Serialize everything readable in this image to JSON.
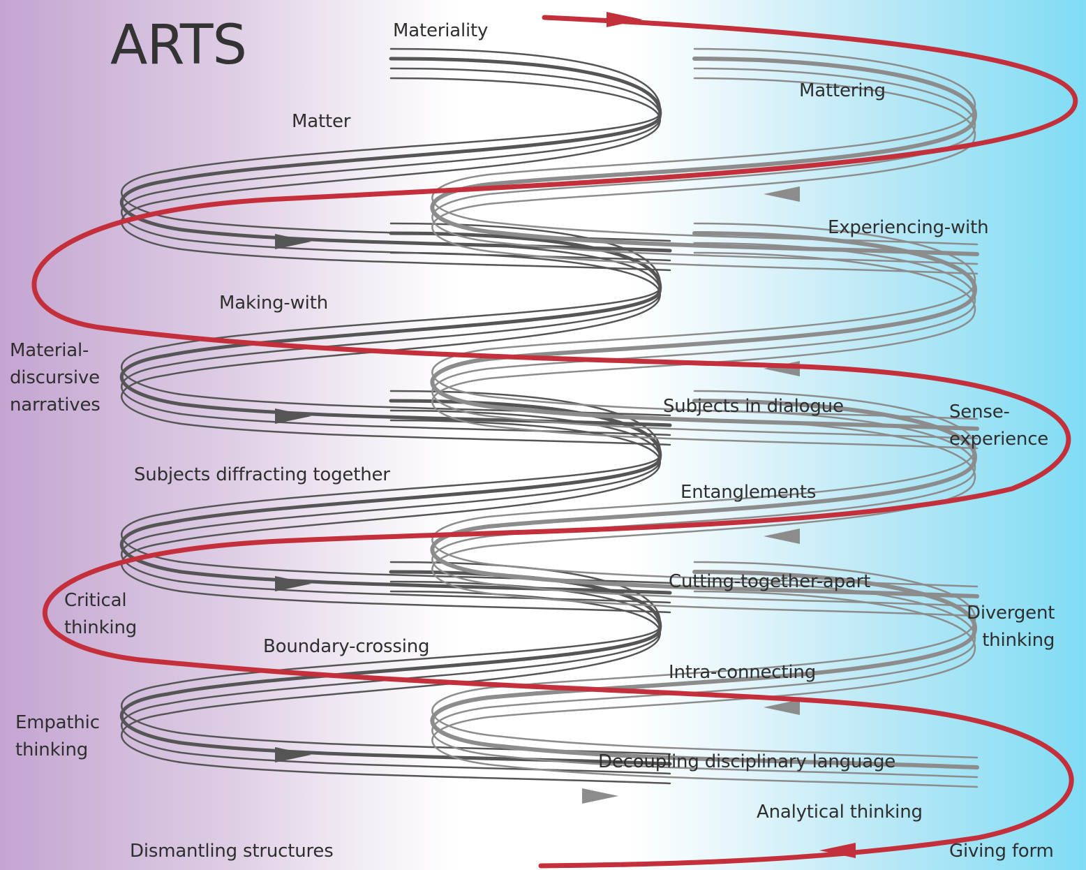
{
  "title": "ARTS",
  "labels": {
    "materiality": "Materiality",
    "matter": "Matter",
    "mattering": "Mattering",
    "experiencing_with": "Experiencing-with",
    "making_with": "Making-with",
    "material_discursive": "Material-\ndiscursive\nnarratives",
    "subjects_in_dialogue": "Subjects in dialogue",
    "sense_experience": "Sense-\nexperience",
    "subjects_diffracting": "Subjects diffracting together",
    "entanglements": "Entanglements",
    "cutting": "Cutting-together-apart",
    "critical_thinking": "Critical\nthinking",
    "divergent_thinking": "Divergent\nthinking",
    "boundary_crossing": "Boundary-crossing",
    "intra_connecting": "Intra-connecting",
    "empathic_thinking": "Empathic\nthinking",
    "decoupling": "Decoupling disciplinary language",
    "analytical_thinking": "Analytical thinking",
    "dismantling": "Dismantling structures",
    "giving_form": "Giving form"
  },
  "colors": {
    "red_spiral": "#c3303b",
    "dark_coil": "#555555",
    "light_coil": "#8c8c8c",
    "text": "#2e2e2e",
    "gradient_left": "#c4a5d1",
    "gradient_right": "#7fdcf4"
  }
}
